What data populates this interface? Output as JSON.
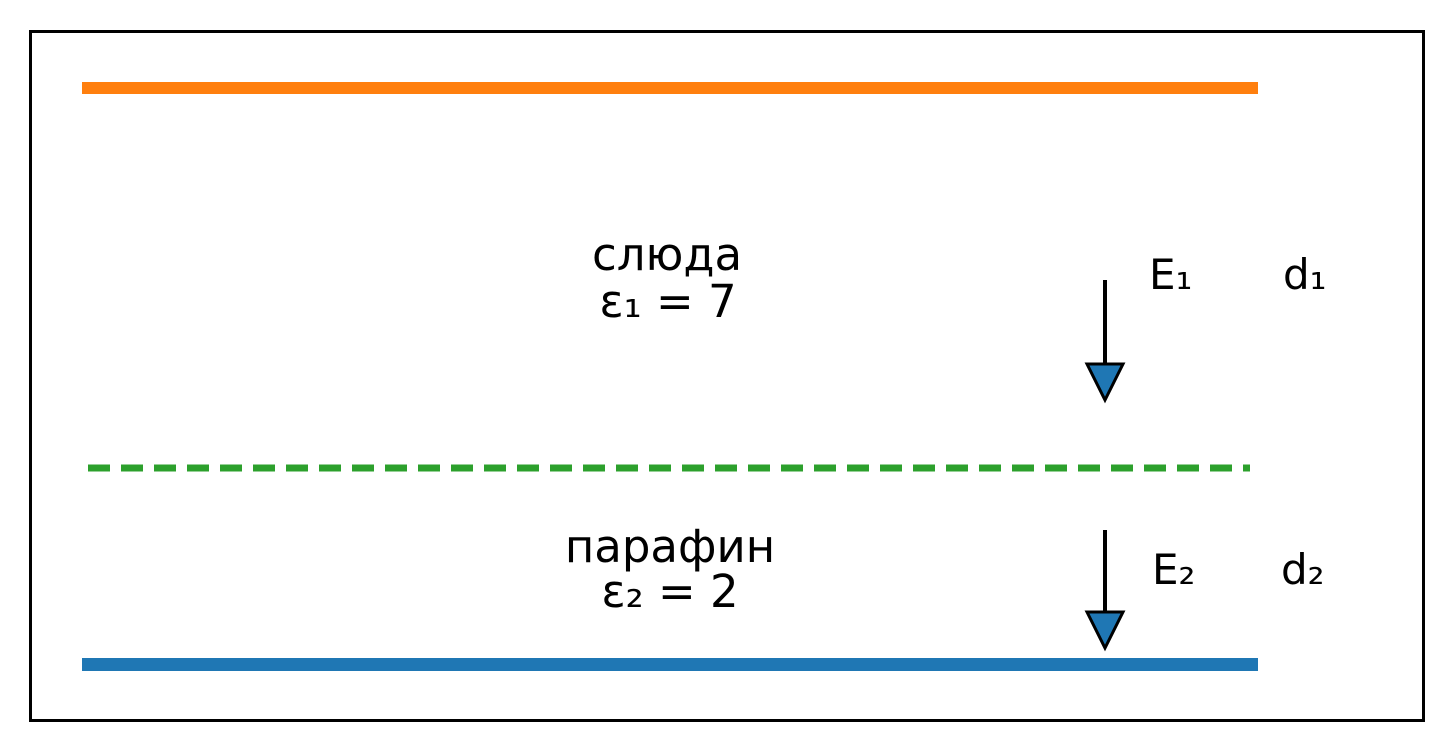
{
  "figure": {
    "border_color": "#000000",
    "background_color": "#ffffff",
    "top_plate_color": "#ff7f0e",
    "bottom_plate_color": "#1f77b4",
    "interface_line_color": "#2ca02c",
    "arrow_line_color": "#000000",
    "arrowhead_fill_color": "#1f77b4",
    "arrowhead_stroke_color": "#000000"
  },
  "layers": {
    "layer1": {
      "name": "слюда",
      "permittivity": "ε₁ = 7",
      "field_label": "E₁",
      "thickness_label": "d₁"
    },
    "layer2": {
      "name": "парафин",
      "permittivity": "ε₂ = 2",
      "field_label": "E₂",
      "thickness_label": "d₂"
    }
  }
}
